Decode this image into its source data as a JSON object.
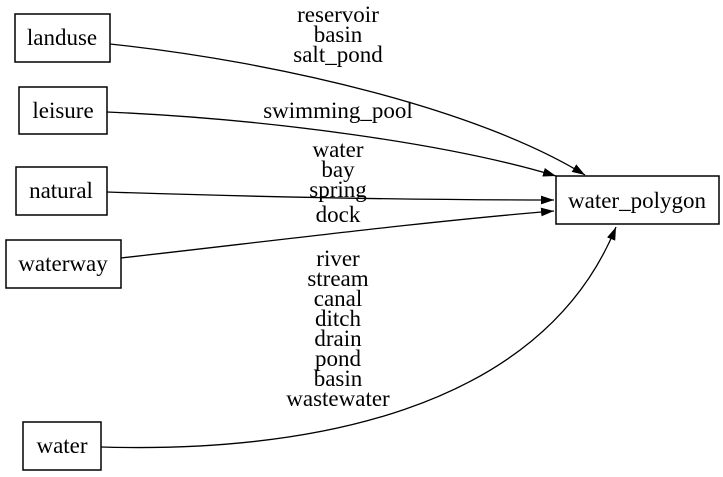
{
  "diagram": {
    "kind": "directed-graph",
    "background_color": "#ffffff",
    "line_color": "#000000",
    "text_color": "#000000",
    "node_fill_color": "#ffffff",
    "nodes": [
      {
        "id": "landuse",
        "label": "landuse"
      },
      {
        "id": "leisure",
        "label": "leisure"
      },
      {
        "id": "natural",
        "label": "natural"
      },
      {
        "id": "waterway",
        "label": "waterway"
      },
      {
        "id": "water",
        "label": "water"
      },
      {
        "id": "water_polygon",
        "label": "water_polygon"
      }
    ],
    "edges": [
      {
        "from": "landuse",
        "to": "water_polygon",
        "labels": [
          "reservoir",
          "basin",
          "salt_pond"
        ]
      },
      {
        "from": "leisure",
        "to": "water_polygon",
        "labels": [
          "swimming_pool"
        ]
      },
      {
        "from": "natural",
        "to": "water_polygon",
        "labels": [
          "water",
          "bay",
          "spring"
        ]
      },
      {
        "from": "waterway",
        "to": "water_polygon",
        "labels": [
          "dock"
        ]
      },
      {
        "from": "water",
        "to": "water_polygon",
        "labels": [
          "river",
          "stream",
          "canal",
          "ditch",
          "drain",
          "pond",
          "basin",
          "wastewater"
        ]
      }
    ]
  }
}
